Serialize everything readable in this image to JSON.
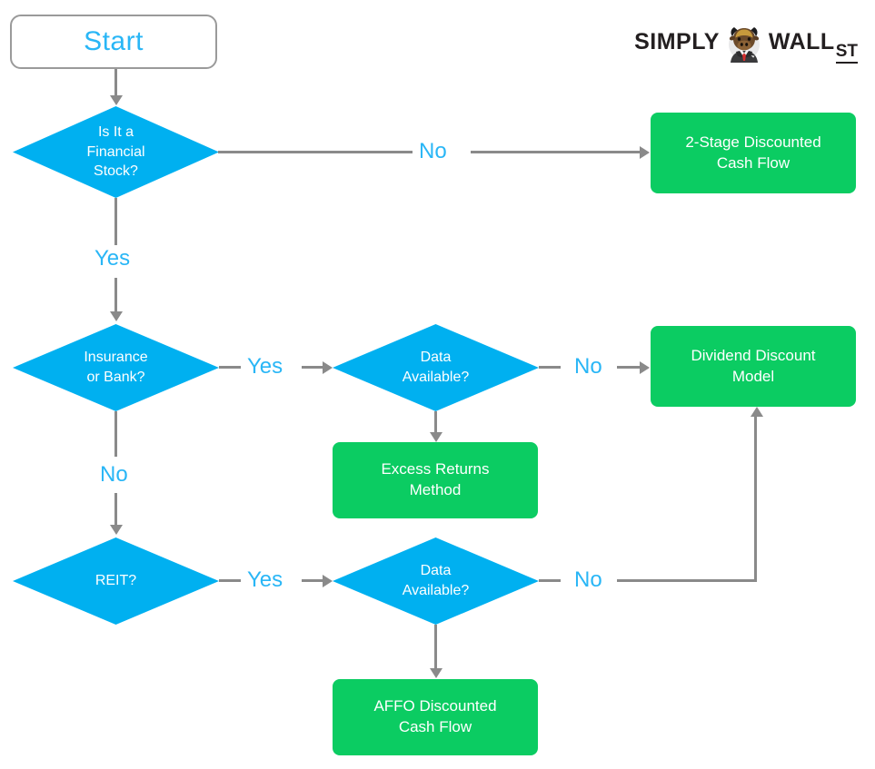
{
  "brand": {
    "name_part1": "SIMPLY",
    "name_part2": "WALL",
    "name_part3": "ST",
    "mark_icon": "bull-in-suit-icon"
  },
  "colors": {
    "decision_blue": "#00B0F0",
    "result_green": "#0BCC62",
    "label_blue": "#29B6F6",
    "connector_gray": "#8A8A8A",
    "start_border_gray": "#9A9A9A",
    "background": "#FFFFFF"
  },
  "chart_data": {
    "type": "diagram",
    "title": "Valuation Model Selection Flowchart",
    "nodes": [
      {
        "id": "start",
        "kind": "terminator",
        "label": "Start"
      },
      {
        "id": "financial",
        "kind": "decision",
        "label": "Is It a\nFinancial\nStock?"
      },
      {
        "id": "insbank",
        "kind": "decision",
        "label": "Insurance\nor Bank?"
      },
      {
        "id": "reit",
        "kind": "decision",
        "label": "REIT?"
      },
      {
        "id": "data1",
        "kind": "decision",
        "label": "Data\nAvailable?"
      },
      {
        "id": "data2",
        "kind": "decision",
        "label": "Data\nAvailable?"
      },
      {
        "id": "dcf2",
        "kind": "result",
        "label": "2-Stage Discounted\nCash Flow"
      },
      {
        "id": "ddm",
        "kind": "result",
        "label": "Dividend Discount\nModel"
      },
      {
        "id": "excess",
        "kind": "result",
        "label": "Excess Returns\nMethod"
      },
      {
        "id": "affo",
        "kind": "result",
        "label": "AFFO Discounted\nCash Flow"
      }
    ],
    "edges": [
      {
        "from": "start",
        "to": "financial",
        "label": ""
      },
      {
        "from": "financial",
        "to": "dcf2",
        "label": "No"
      },
      {
        "from": "financial",
        "to": "insbank",
        "label": "Yes"
      },
      {
        "from": "insbank",
        "to": "data1",
        "label": "Yes"
      },
      {
        "from": "insbank",
        "to": "reit",
        "label": "No"
      },
      {
        "from": "data1",
        "to": "ddm",
        "label": "No"
      },
      {
        "from": "data1",
        "to": "excess",
        "label": ""
      },
      {
        "from": "reit",
        "to": "data2",
        "label": "Yes"
      },
      {
        "from": "data2",
        "to": "ddm",
        "label": "No"
      },
      {
        "from": "data2",
        "to": "affo",
        "label": ""
      }
    ]
  },
  "nodes": {
    "start": {
      "label": "Start"
    },
    "financial": {
      "label": "Is It a\nFinancial\nStock?"
    },
    "insbank": {
      "label": "Insurance\nor Bank?"
    },
    "reit": {
      "label": "REIT?"
    },
    "data1": {
      "label": "Data\nAvailable?"
    },
    "data2": {
      "label": "Data\nAvailable?"
    },
    "dcf2": {
      "label": "2-Stage Discounted\nCash Flow"
    },
    "ddm": {
      "label": "Dividend Discount\nModel"
    },
    "excess": {
      "label": "Excess Returns\nMethod"
    },
    "affo": {
      "label": "AFFO Discounted\nCash Flow"
    }
  },
  "edge_labels": {
    "financial_no": "No",
    "financial_yes": "Yes",
    "insbank_yes": "Yes",
    "insbank_no": "No",
    "data1_no": "No",
    "reit_yes": "Yes",
    "data2_no": "No"
  }
}
